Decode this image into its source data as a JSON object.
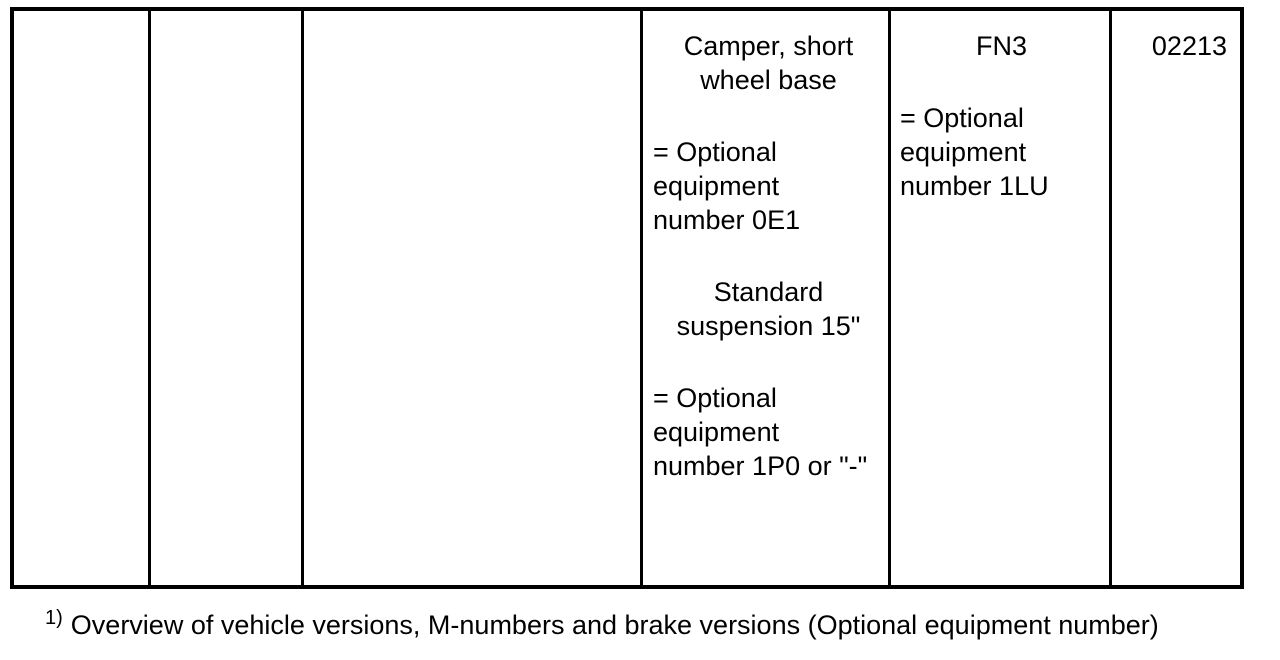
{
  "colors": {
    "ink": "#000000",
    "paper": "#ffffff"
  },
  "table": {
    "columns": [
      {
        "name": "empty-column-1",
        "paragraphs": []
      },
      {
        "name": "empty-column-2",
        "paragraphs": []
      },
      {
        "name": "empty-column-3",
        "paragraphs": []
      },
      {
        "name": "vehicle-version-column",
        "paragraphs": [
          {
            "align": "center",
            "text": "Camper, short\nwheel base"
          },
          {
            "align": "left",
            "text": "= Optional\nequipment\nnumber 0E1"
          },
          {
            "align": "center",
            "text": "Standard\nsuspension 15\""
          },
          {
            "align": "left",
            "text": "= Optional\nequipment\nnumber 1P0 or \"-\""
          }
        ]
      },
      {
        "name": "brake-version-column",
        "paragraphs": [
          {
            "align": "center",
            "text": "FN3"
          },
          {
            "align": "left",
            "text": "= Optional\nequipment\nnumber 1LU"
          }
        ]
      },
      {
        "name": "m-number-column",
        "paragraphs": [
          {
            "align": "right",
            "text": "02213"
          }
        ]
      }
    ]
  },
  "footnote": {
    "marker": "1)",
    "text": "Overview of vehicle versions, M-numbers and brake versions (Optional equipment number)"
  }
}
